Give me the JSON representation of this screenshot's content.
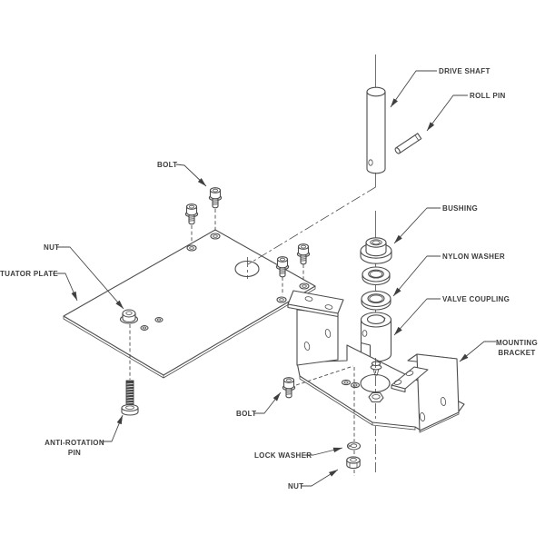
{
  "diagram": {
    "type": "exploded-assembly-drawing",
    "background_color": "#ffffff",
    "line_color": "#4c4c4c",
    "text_color": "#3c3c3c",
    "callouts": {
      "drive_shaft": "DRIVE SHAFT",
      "roll_pin": "ROLL PIN",
      "bolt_upper": "BOLT",
      "bushing": "BUSHING",
      "nylon_washer": "NYLON WASHER",
      "valve_coupling": "VALVE COUPLING",
      "mounting_bracket_line1": "MOUNTING",
      "mounting_bracket_line2": "BRACKET",
      "nut_upper": "NUT",
      "actuator_plate": "TUATOR PLATE",
      "anti_rotation_line1": "ANTI-ROTATION",
      "anti_rotation_line2": "PIN",
      "bolt_lower": "BOLT",
      "lock_washer": "LOCK WASHER",
      "nut_lower": "NUT"
    }
  }
}
